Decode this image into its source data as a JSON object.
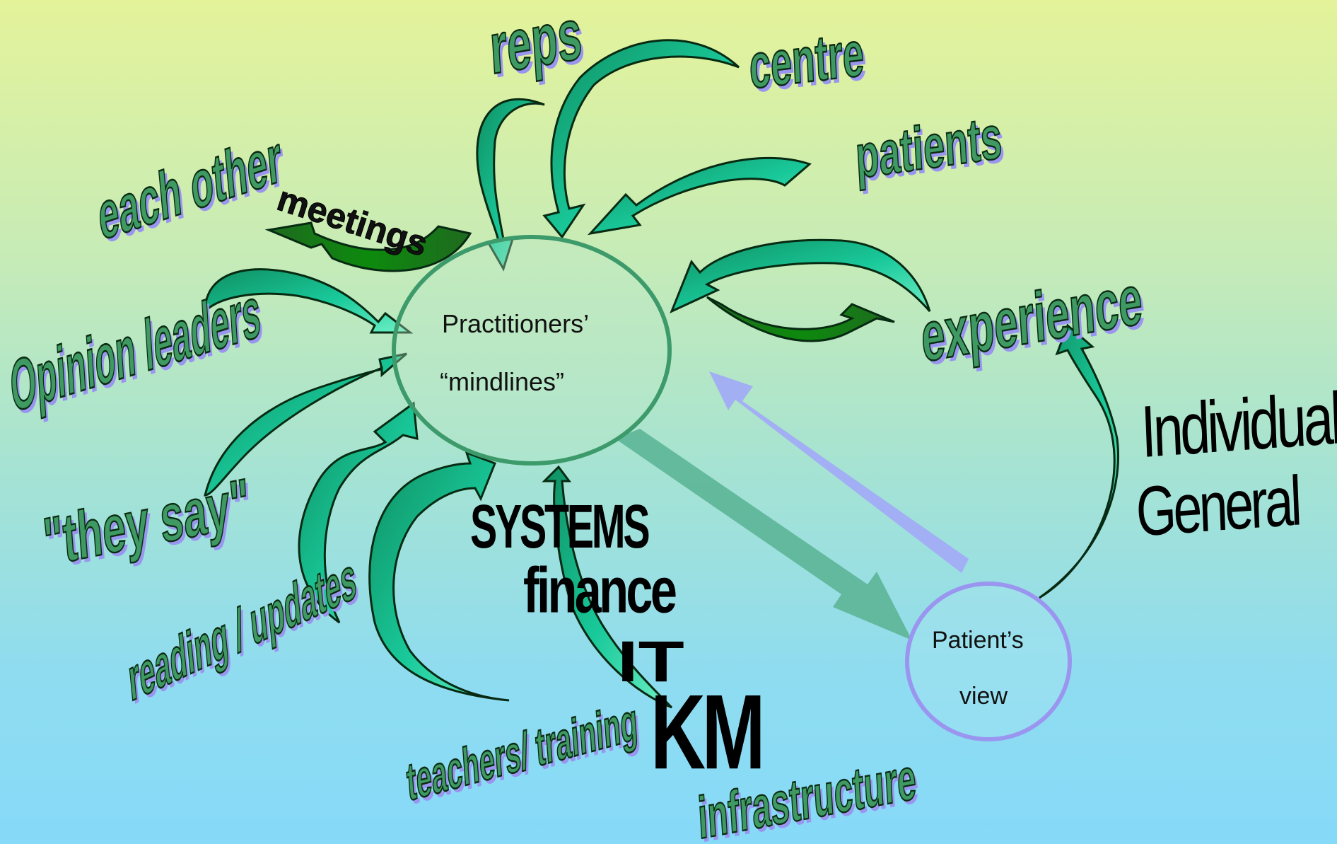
{
  "center": {
    "line1": "Practitioners’",
    "line2": "“mindlines”"
  },
  "patient": {
    "line1": "Patient’s",
    "line2": "view"
  },
  "sources": {
    "reps": "reps",
    "centre": "centre",
    "patients": "patients",
    "each_other": "each other",
    "meetings": "meetings",
    "experience": "experience",
    "opinion_leaders": "Opinion leaders",
    "they_say": "\"they say\"",
    "reading_updates": "reading / updates",
    "teachers_training": "teachers/ training",
    "infrastructure": "infrastructure"
  },
  "systems": {
    "systems": "SYSTEMS",
    "finance": "finance",
    "it": "IT",
    "km": "KM"
  },
  "scale": {
    "individual": "Individual",
    "general": "General"
  },
  "colors": {
    "arrow_fill": "#19c99a",
    "arrow_dark": "#0e7a3a",
    "word_art": "#3e9a62",
    "word_shadow": "#9a96f0",
    "center_ring": "#3d9a6a",
    "patient_ring": "#9a96f0",
    "big_arrow_in": "#a2acf5",
    "big_arrow_out": "#62b898"
  }
}
